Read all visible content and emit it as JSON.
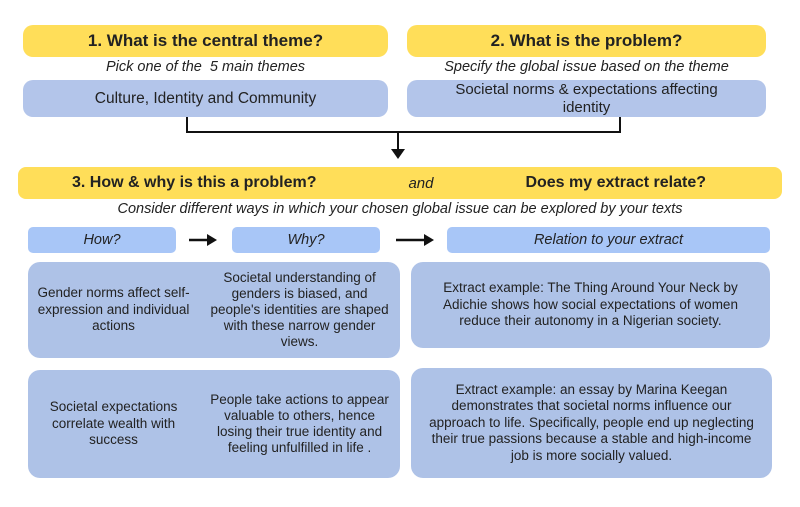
{
  "palette": {
    "yellow": "#FFDE59",
    "blue_top": "#B3C5EA",
    "blue_header": "#A8C6F7",
    "blue_content": "#AEC2E7",
    "text": "#222222",
    "connector": "#111111"
  },
  "step1": {
    "title": "1. What is the central theme?",
    "instruction": "Pick one of the  5 main themes",
    "value": "Culture, Identity and Community"
  },
  "step2": {
    "title": "2. What is the problem?",
    "instruction": "Specify the global issue based on the theme",
    "value": "Societal norms & expectations affecting identity"
  },
  "step3": {
    "title_left": "3. How & why is this a problem?",
    "connector_word": "and",
    "title_right": "Does my extract relate?",
    "instruction": "Consider different ways in which your chosen global issue can be explored by your texts"
  },
  "columns": {
    "how": "How?",
    "why": "Why?",
    "relation": "Relation to your extract"
  },
  "rows": [
    {
      "how": "Gender norms affect self-expression and individual actions",
      "why": "Societal understanding of genders is biased, and people's identities are shaped with these narrow gender views.",
      "relation": "Extract example: The Thing Around Your Neck by Adichie shows how social expectations of women reduce their autonomy in a Nigerian society."
    },
    {
      "how": "Societal expectations correlate wealth with success",
      "why": "People take actions to appear valuable to others, hence losing their true identity and feeling unfulfilled in life .",
      "relation": "Extract example: an essay by Marina Keegan demonstrates that societal norms influence our approach to life. Specifically, people end up neglecting their true passions because a stable and high-income job is more socially valued."
    }
  ]
}
